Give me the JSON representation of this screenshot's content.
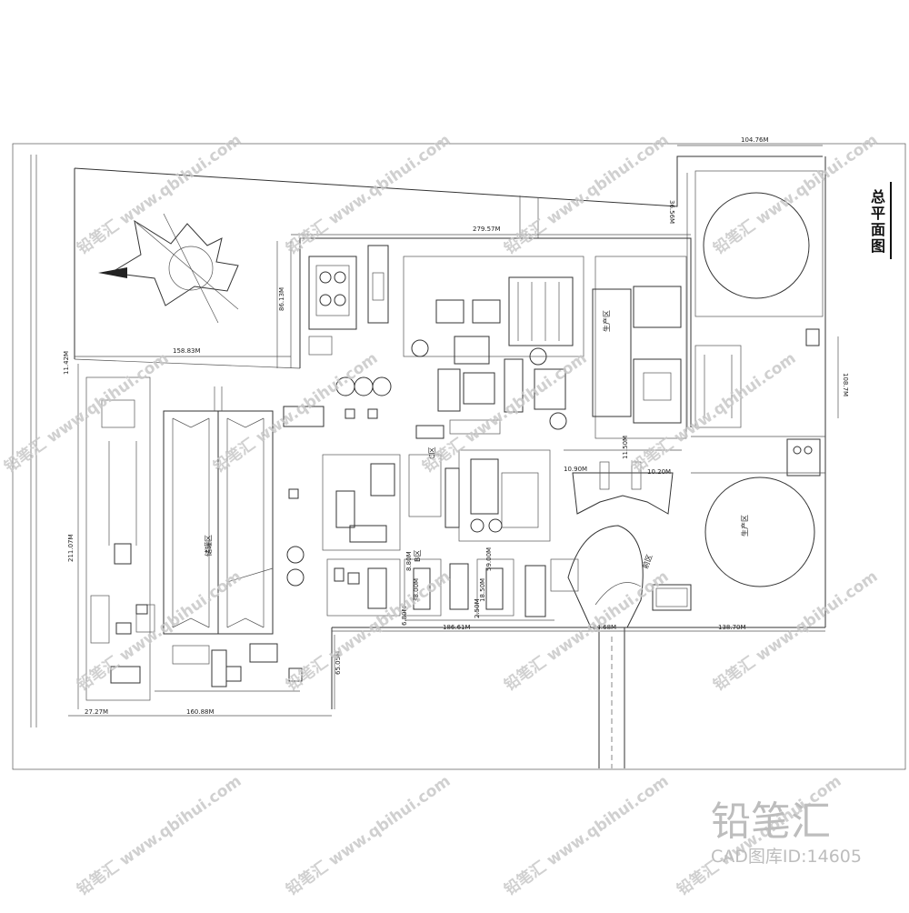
{
  "drawing": {
    "title_chars": [
      "总",
      "平",
      "面",
      "图"
    ],
    "dimensions": {
      "top_right": "104.76M",
      "top_middle": "279.57M",
      "left_north": "158.83M",
      "left_top_v": "86.13M",
      "right_v": "36.56M",
      "left_v_small": "11.42M",
      "right_edge_v": "108.7M",
      "left_long_v": "211.07M",
      "bottom_left": "27.27M",
      "bottom_mid_left": "160.88M",
      "bottom_mid": "186.61M",
      "bottom_right_small": "34.68M",
      "bottom_right": "138.70M",
      "center_v": "65.05M",
      "small_v1": "6.80M",
      "small_v2": "8.80M",
      "small_v3": "38.00M",
      "small_v4": "2.50M",
      "small_v5": "59.00M",
      "small_v6": "18.50M",
      "canopy_left": "10.90M",
      "canopy_mid": "11.50M",
      "canopy_right": "10.20M"
    },
    "zones": {
      "production_1": "生产区",
      "production_2": "生产区",
      "storage": "储罐区",
      "zone_b": "B区",
      "zone_c": "C区",
      "zone_front": "前区"
    }
  },
  "watermark": {
    "text": "铅笔汇 www.qbihui.com"
  },
  "brand": {
    "name": "铅笔汇",
    "sub": "CAD图库ID:14605"
  }
}
